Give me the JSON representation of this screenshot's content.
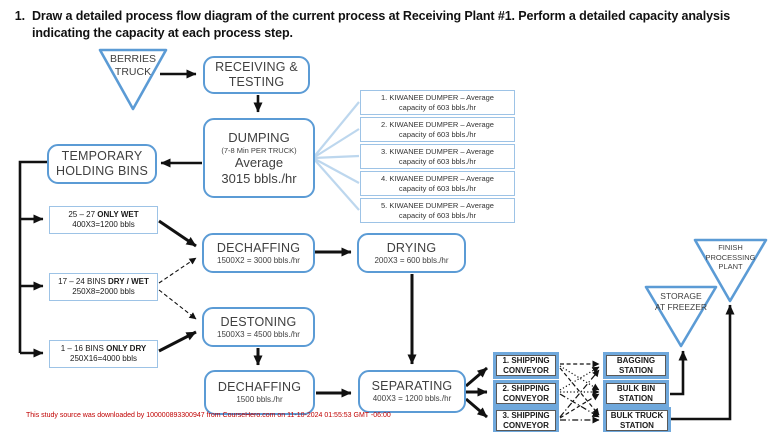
{
  "title": {
    "number": "1.",
    "line1": "Draw a detailed process flow diagram of the current process at Receiving Plant #1. Perform a detailed capacity analysis",
    "line2": "indicating the capacity at each process step."
  },
  "nodes": {
    "berries_truck": {
      "line1": "BERRIES",
      "line2": "TRUCK"
    },
    "receiving": {
      "line1": "RECEIVING &",
      "line2": "TESTING"
    },
    "dumping": {
      "title": "DUMPING",
      "sub": "(7-8 Min PER TRUCK)",
      "avg_label": "Average",
      "avg_value": "3015 bbls./hr"
    },
    "temp_bins": {
      "line1": "TEMPORARY",
      "line2": "HOLDING BINS"
    },
    "dechaffing1": {
      "title": "DECHAFFING",
      "capacity": "1500X2 = 3000 bbls./hr"
    },
    "drying": {
      "title": "DRYING",
      "capacity": "200X3 = 600 bbls./hr"
    },
    "destoning": {
      "title": "DESTONING",
      "capacity": "1500X3 = 4500 bbls./hr"
    },
    "dechaffing2": {
      "title": "DECHAFFING",
      "capacity": "1500 bbls./hr"
    },
    "separating": {
      "title": "SEPARATING",
      "capacity": "400X3 = 1200 bbls./hr"
    },
    "storage": {
      "line1": "STORAGE",
      "line2": "AT FREEZER"
    },
    "finish": {
      "line1": "FINISH",
      "line2": "PROCESSING",
      "line3": "PLANT"
    }
  },
  "kiwanee": [
    {
      "line1": "1. KIWANEE DUMPER – Average",
      "line2": "capacity of 603 bbls./hr"
    },
    {
      "line1": "2. KIWANEE DUMPER – Average",
      "line2": "capacity of 603 bbls./hr"
    },
    {
      "line1": "3. KIWANEE DUMPER – Average",
      "line2": "capacity of 603 bbls./hr"
    },
    {
      "line1": "4. KIWANEE DUMPER – Average",
      "line2": "capacity of 603 bbls./hr"
    },
    {
      "line1": "5. KIWANEE DUMPER – Average",
      "line2": "capacity of 603 bbls./hr"
    }
  ],
  "bins": [
    {
      "prefix": "25 – 27 ",
      "bold": "ONLY WET",
      "capacity": "400X3=1200 bbls"
    },
    {
      "prefix": "17 – 24 BINS ",
      "bold": "DRY / WET",
      "capacity": "250X8=2000 bbls"
    },
    {
      "prefix": "1 – 16 BINS ",
      "bold": "ONLY DRY",
      "capacity": "250X16=4000 bbls"
    }
  ],
  "conveyors": [
    {
      "line1": "1. SHIPPING",
      "line2": "CONVEYOR"
    },
    {
      "line1": "2. SHIPPING",
      "line2": "CONVEYOR"
    },
    {
      "line1": "3. SHIPPING",
      "line2": "CONVEYOR"
    }
  ],
  "stations": [
    {
      "line1": "BAGGING",
      "line2": "STATION"
    },
    {
      "line1": "BULK BIN",
      "line2": "STATION"
    },
    {
      "line1": "BULK TRUCK",
      "line2": "STATION"
    }
  ],
  "footer": "This study source was downloaded by 100000893300947 from CourseHero.com on 11-10-2024 01:55:53 GMT -06:00",
  "colors": {
    "accent": "#5B9BD5",
    "light_accent": "#9DC3E6",
    "fan_line": "#BDD7EE",
    "footer_red": "#C00000"
  }
}
